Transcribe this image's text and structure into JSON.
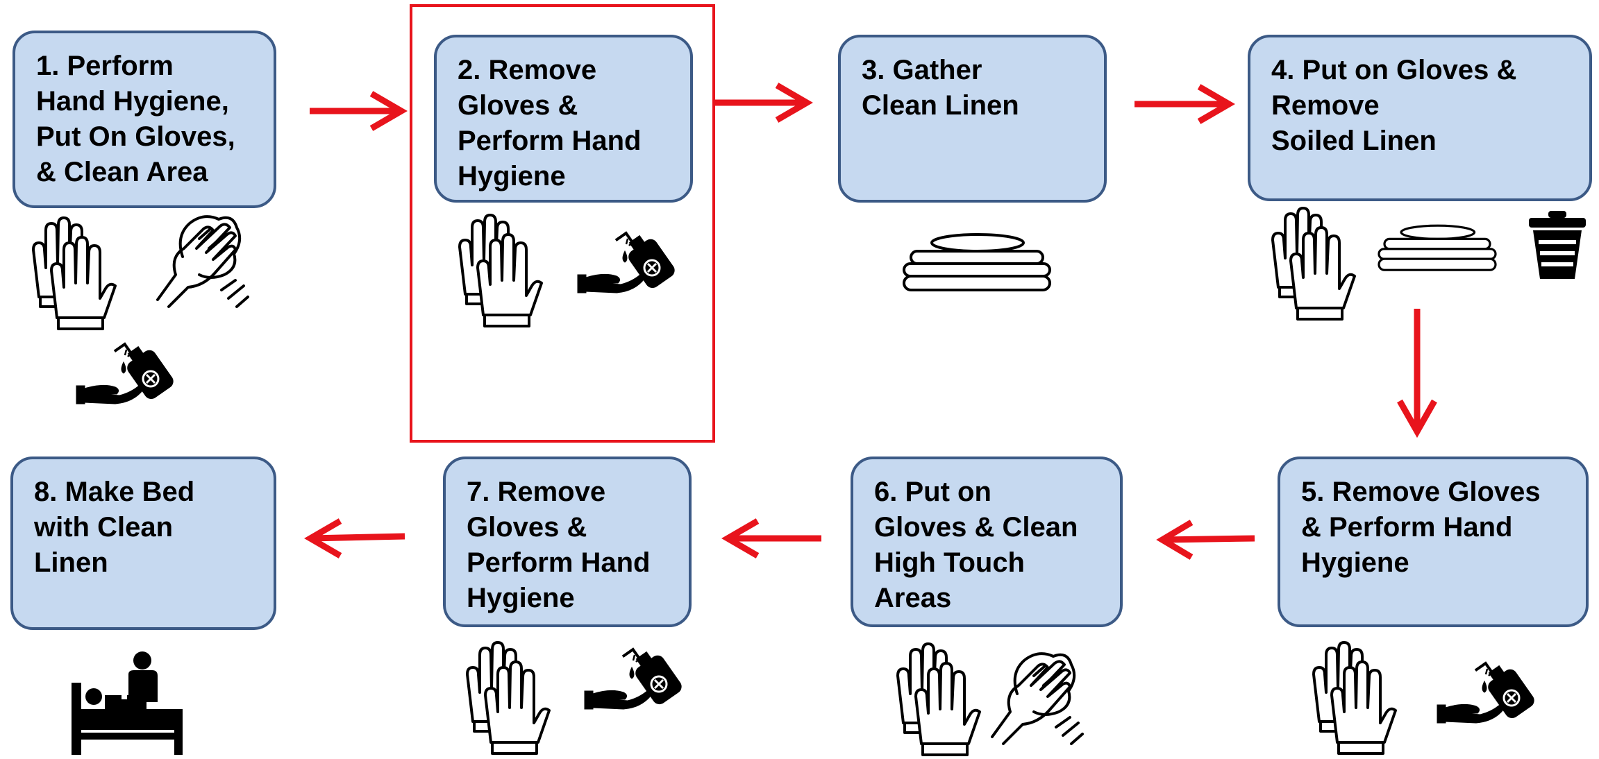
{
  "colors": {
    "box_fill": "#c6d9f0",
    "box_border": "#3c5a86",
    "arrow": "#e8141c",
    "highlight": "#e8141c",
    "icon": "#000000"
  },
  "steps": [
    {
      "label": "1. Perform\nHand Hygiene,\nPut On Gloves,\n& Clean Area",
      "icons": [
        "gloves-icon",
        "wiping-hand-icon",
        "hand-sanitizer-icon"
      ]
    },
    {
      "label": "2. Remove\nGloves &\nPerform Hand\nHygiene",
      "icons": [
        "gloves-icon",
        "hand-sanitizer-icon"
      ]
    },
    {
      "label": "3. Gather\nClean Linen",
      "icons": [
        "folded-linen-icon"
      ]
    },
    {
      "label": "4. Put on Gloves &\nRemove\nSoiled Linen",
      "icons": [
        "gloves-icon",
        "folded-linen-icon",
        "trash-can-icon"
      ]
    },
    {
      "label": "5. Remove Gloves\n& Perform Hand\nHygiene",
      "icons": [
        "gloves-icon",
        "hand-sanitizer-icon"
      ]
    },
    {
      "label": "6. Put on\nGloves & Clean\nHigh Touch\nAreas",
      "icons": [
        "gloves-icon",
        "wiping-hand-icon"
      ]
    },
    {
      "label": "7. Remove\nGloves &\nPerform Hand\nHygiene",
      "icons": [
        "gloves-icon",
        "hand-sanitizer-icon"
      ]
    },
    {
      "label": "8. Make Bed\nwith Clean\nLinen",
      "icons": [
        "bed-with-caregiver-icon"
      ]
    }
  ],
  "highlighted_step": 2
}
